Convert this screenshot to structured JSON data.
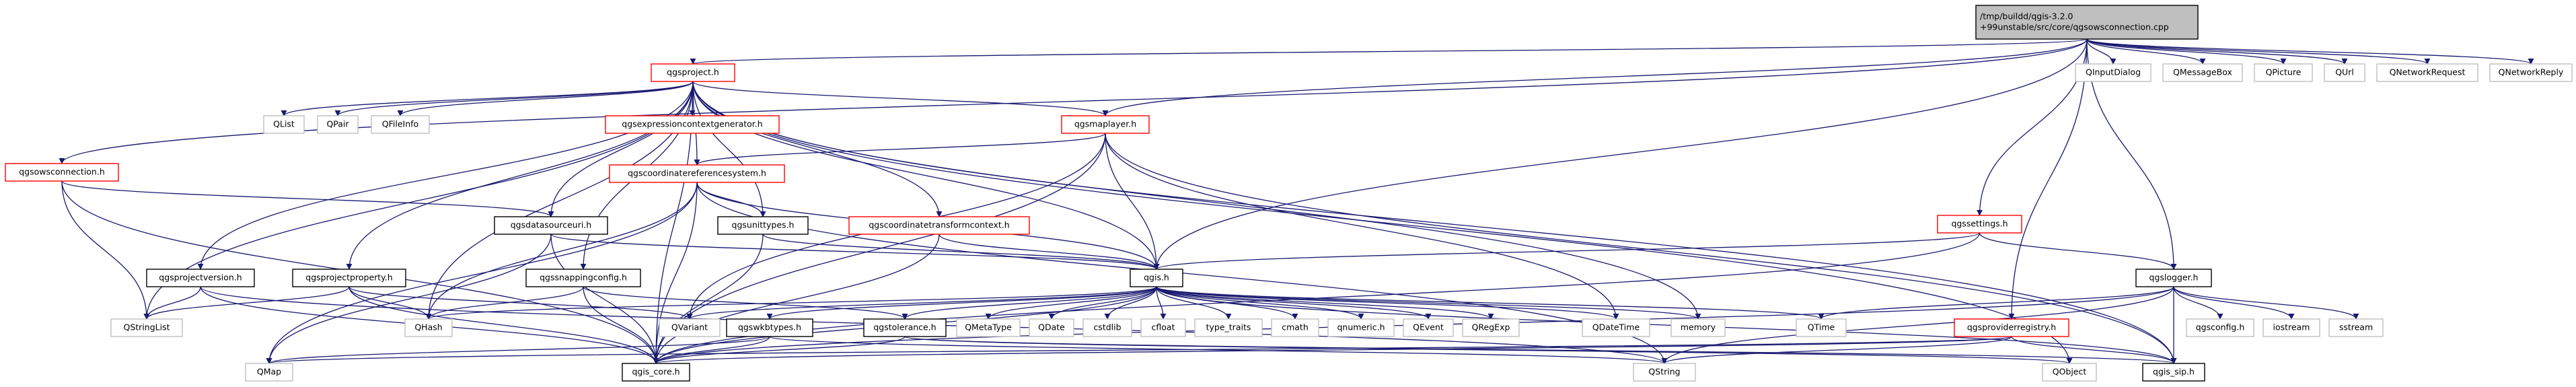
{
  "colors": {
    "edge": "#191970",
    "edge_muted": "#a9a9a9",
    "root_fill": "#bfbfbf",
    "root_border": "#000000",
    "linked_border": "#ff0000",
    "plain_border": "#000000",
    "system_border": "#bfbfbf",
    "system_text": "#000000"
  },
  "nodes": [
    {
      "id": "root",
      "label": "/tmp/buildd/qgis-3.2.0\n+99unstable/src/core/qgsowsconnection.cpp",
      "kind": "root",
      "icon": ""
    },
    {
      "id": "qgsowsconnection_h",
      "label": "qgsowsconnection.h",
      "kind": "linked"
    },
    {
      "id": "qgsproject_h",
      "label": "qgsproject.h",
      "kind": "linked"
    },
    {
      "id": "qgsmaplayer_h",
      "label": "qgsmaplayer.h",
      "kind": "linked"
    },
    {
      "id": "qgssettings_h",
      "label": "qgssettings.h",
      "kind": "linked"
    },
    {
      "id": "qgslogger_h",
      "label": "qgslogger.h",
      "kind": "plain"
    },
    {
      "id": "qgsexpressioncontextgenerator_h",
      "label": "qgsexpressioncontextgenerator.h",
      "kind": "linked"
    },
    {
      "id": "qgscoordinatereferencesystem_h",
      "label": "qgscoordinatereferencesystem.h",
      "kind": "linked"
    },
    {
      "id": "qgsdatasourceuri_h",
      "label": "qgsdatasourceuri.h",
      "kind": "plain"
    },
    {
      "id": "qgsunittypes_h",
      "label": "qgsunittypes.h",
      "kind": "plain"
    },
    {
      "id": "qgscoordinatetransformcontext_h",
      "label": "qgscoordinatetransformcontext.h",
      "kind": "linked"
    },
    {
      "id": "qgsprojectversion_h",
      "label": "qgsprojectversion.h",
      "kind": "plain"
    },
    {
      "id": "qgsprojectproperty_h",
      "label": "qgsprojectproperty.h",
      "kind": "plain"
    },
    {
      "id": "qgssnappingconfig_h",
      "label": "qgssnappingconfig.h",
      "kind": "plain"
    },
    {
      "id": "qgis_h",
      "label": "qgis.h",
      "kind": "plain"
    },
    {
      "id": "qgswkbtypes_h",
      "label": "qgswkbtypes.h",
      "kind": "plain"
    },
    {
      "id": "qgstolerance_h",
      "label": "qgstolerance.h",
      "kind": "plain"
    },
    {
      "id": "qgsproviderregistry_h",
      "label": "qgsproviderregistry.h",
      "kind": "linked"
    },
    {
      "id": "qgis_core_h",
      "label": "qgis_core.h",
      "kind": "plain"
    },
    {
      "id": "qgis_sip_h",
      "label": "qgis_sip.h",
      "kind": "plain"
    },
    {
      "id": "QString",
      "label": "QString",
      "kind": "system"
    },
    {
      "id": "QObject",
      "label": "QObject",
      "kind": "system"
    },
    {
      "id": "QMap",
      "label": "QMap",
      "kind": "system"
    },
    {
      "id": "QStringList",
      "label": "QStringList",
      "kind": "system"
    },
    {
      "id": "QHash",
      "label": "QHash",
      "kind": "system"
    },
    {
      "id": "QVariant",
      "label": "QVariant",
      "kind": "system"
    },
    {
      "id": "QList",
      "label": "QList",
      "kind": "system"
    },
    {
      "id": "QPair",
      "label": "QPair",
      "kind": "system"
    },
    {
      "id": "QFileInfo",
      "label": "QFileInfo",
      "kind": "system"
    },
    {
      "id": "QMetaType",
      "label": "QMetaType",
      "kind": "system"
    },
    {
      "id": "QDate",
      "label": "QDate",
      "kind": "system"
    },
    {
      "id": "cstdlib",
      "label": "cstdlib",
      "kind": "system"
    },
    {
      "id": "cfloat",
      "label": "cfloat",
      "kind": "system"
    },
    {
      "id": "type_traits",
      "label": "type_traits",
      "kind": "system"
    },
    {
      "id": "cmath",
      "label": "cmath",
      "kind": "system"
    },
    {
      "id": "qnumeric_h",
      "label": "qnumeric.h",
      "kind": "system"
    },
    {
      "id": "QEvent",
      "label": "QEvent",
      "kind": "system"
    },
    {
      "id": "QRegExp",
      "label": "QRegExp",
      "kind": "system"
    },
    {
      "id": "QDateTime",
      "label": "QDateTime",
      "kind": "system"
    },
    {
      "id": "memory",
      "label": "memory",
      "kind": "system"
    },
    {
      "id": "QTime",
      "label": "QTime",
      "kind": "system"
    },
    {
      "id": "qgsconfig_h",
      "label": "qgsconfig.h",
      "kind": "system"
    },
    {
      "id": "iostream",
      "label": "iostream",
      "kind": "system"
    },
    {
      "id": "sstream",
      "label": "sstream",
      "kind": "system"
    },
    {
      "id": "QInputDialog",
      "label": "QInputDialog",
      "kind": "system"
    },
    {
      "id": "QMessageBox",
      "label": "QMessageBox",
      "kind": "system"
    },
    {
      "id": "QPicture",
      "label": "QPicture",
      "kind": "system"
    },
    {
      "id": "QUrl",
      "label": "QUrl",
      "kind": "system"
    },
    {
      "id": "QNetworkRequest",
      "label": "QNetworkRequest",
      "kind": "system"
    },
    {
      "id": "QNetworkReply",
      "label": "QNetworkReply",
      "kind": "system"
    }
  ],
  "edges": [
    [
      "root",
      "qgsowsconnection_h"
    ],
    [
      "root",
      "qgsproject_h"
    ],
    [
      "root",
      "qgsmaplayer_h"
    ],
    [
      "root",
      "qgssettings_h"
    ],
    [
      "root",
      "qgslogger_h"
    ],
    [
      "root",
      "qgsproviderregistry_h"
    ],
    [
      "root",
      "qgis_h"
    ],
    [
      "root",
      "QInputDialog"
    ],
    [
      "root",
      "QMessageBox"
    ],
    [
      "root",
      "QPicture"
    ],
    [
      "root",
      "QUrl"
    ],
    [
      "root",
      "QNetworkRequest"
    ],
    [
      "root",
      "QNetworkReply"
    ],
    [
      "qgsowsconnection_h",
      "qgsdatasourceuri_h"
    ],
    [
      "qgsowsconnection_h",
      "QStringList"
    ],
    [
      "qgsowsconnection_h",
      "qgis_core_h"
    ],
    [
      "qgsproject_h",
      "QList"
    ],
    [
      "qgsproject_h",
      "QPair"
    ],
    [
      "qgsproject_h",
      "QFileInfo"
    ],
    [
      "qgsproject_h",
      "QStringList"
    ],
    [
      "qgsproject_h",
      "qgsexpressioncontextgenerator_h"
    ],
    [
      "qgsproject_h",
      "qgsmaplayer_h"
    ],
    [
      "qgsproject_h",
      "qgscoordinatereferencesystem_h"
    ],
    [
      "qgsproject_h",
      "qgsunittypes_h"
    ],
    [
      "qgsproject_h",
      "qgscoordinatetransformcontext_h"
    ],
    [
      "qgsproject_h",
      "qgsprojectversion_h"
    ],
    [
      "qgsproject_h",
      "qgsprojectproperty_h"
    ],
    [
      "qgsproject_h",
      "qgssnappingconfig_h"
    ],
    [
      "qgsproject_h",
      "qgis_h"
    ],
    [
      "qgsproject_h",
      "QHash"
    ],
    [
      "qgsproject_h",
      "memory"
    ],
    [
      "qgsproject_h",
      "QObject"
    ],
    [
      "qgsproject_h",
      "qgis_sip_h"
    ],
    [
      "qgsproject_h",
      "qgis_core_h"
    ],
    [
      "qgsproject_h",
      "qgsdatasourceuri_h"
    ],
    [
      "qgsmaplayer_h",
      "qgscoordinatereferencesystem_h"
    ],
    [
      "qgsmaplayer_h",
      "qgis_h"
    ],
    [
      "qgsmaplayer_h",
      "QDateTime"
    ],
    [
      "qgsmaplayer_h",
      "QVariant"
    ],
    [
      "qgsmaplayer_h",
      "qgis_core_h"
    ],
    [
      "qgsmaplayer_h",
      "qgis_sip_h"
    ],
    [
      "qgscoordinatereferencesystem_h",
      "qgsunittypes_h"
    ],
    [
      "qgscoordinatereferencesystem_h",
      "qgis_h"
    ],
    [
      "qgscoordinatereferencesystem_h",
      "QMap"
    ],
    [
      "qgscoordinatereferencesystem_h",
      "QHash"
    ],
    [
      "qgscoordinatereferencesystem_h",
      "QString"
    ],
    [
      "qgscoordinatereferencesystem_h",
      "qgis_core_h"
    ],
    [
      "qgsdatasourceuri_h",
      "qgis_h"
    ],
    [
      "qgsdatasourceuri_h",
      "QMap"
    ],
    [
      "qgsdatasourceuri_h",
      "qgis_core_h"
    ],
    [
      "qgsunittypes_h",
      "qgis_h"
    ],
    [
      "qgsunittypes_h",
      "qgis_core_h"
    ],
    [
      "qgscoordinatetransformcontext_h",
      "qgis_h"
    ],
    [
      "qgscoordinatetransformcontext_h",
      "qgis_core_h"
    ],
    [
      "qgsprojectversion_h",
      "QStringList"
    ],
    [
      "qgsprojectversion_h",
      "qgis_core_h"
    ],
    [
      "qgsprojectversion_h",
      "QString"
    ],
    [
      "qgsprojectproperty_h",
      "QHash"
    ],
    [
      "qgsprojectproperty_h",
      "QVariant"
    ],
    [
      "qgsprojectproperty_h",
      "QStringList"
    ],
    [
      "qgsprojectproperty_h",
      "qgis_core_h"
    ],
    [
      "qgssnappingconfig_h",
      "qgstolerance_h"
    ],
    [
      "qgssnappingconfig_h",
      "QHash"
    ],
    [
      "qgssnappingconfig_h",
      "qgis_core_h"
    ],
    [
      "qgssettings_h",
      "qgis_h"
    ],
    [
      "qgssettings_h",
      "qgslogger_h"
    ],
    [
      "qgssettings_h",
      "qgis_core_h"
    ],
    [
      "qgslogger_h",
      "QString"
    ],
    [
      "qgslogger_h",
      "QTime"
    ],
    [
      "qgslogger_h",
      "qgsconfig_h"
    ],
    [
      "qgslogger_h",
      "iostream"
    ],
    [
      "qgslogger_h",
      "sstream"
    ],
    [
      "qgslogger_h",
      "qgis_core_h"
    ],
    [
      "qgslogger_h",
      "qgis_sip_h"
    ],
    [
      "qgsproviderregistry_h",
      "QMap"
    ],
    [
      "qgsproviderregistry_h",
      "qgis_core_h"
    ],
    [
      "qgsproviderregistry_h",
      "qgis_sip_h"
    ],
    [
      "qgsproviderregistry_h",
      "QString"
    ],
    [
      "qgis_h",
      "QMetaType"
    ],
    [
      "qgis_h",
      "QVariant"
    ],
    [
      "qgis_h",
      "QDate"
    ],
    [
      "qgis_h",
      "QDateTime"
    ],
    [
      "qgis_h",
      "QTime"
    ],
    [
      "qgis_h",
      "QHash"
    ],
    [
      "qgis_h",
      "cstdlib"
    ],
    [
      "qgis_h",
      "cfloat"
    ],
    [
      "qgis_h",
      "memory"
    ],
    [
      "qgis_h",
      "type_traits"
    ],
    [
      "qgis_h",
      "cmath"
    ],
    [
      "qgis_h",
      "qnumeric_h"
    ],
    [
      "qgis_h",
      "qgswkbtypes_h"
    ],
    [
      "qgis_h",
      "qgis_core_h"
    ],
    [
      "qgis_h",
      "qgis_sip_h"
    ],
    [
      "qgis_h",
      "QEvent"
    ],
    [
      "qgis_h",
      "QRegExp"
    ],
    [
      "qgis_h",
      "qgstolerance_h"
    ],
    [
      "qgswkbtypes_h",
      "qgis_core_h"
    ],
    [
      "qgswkbtypes_h",
      "QMap"
    ],
    [
      "qgswkbtypes_h",
      "QString"
    ],
    [
      "qgstolerance_h",
      "qgis_core_h"
    ],
    [
      "qgstolerance_h",
      "qgis_sip_h"
    ],
    [
      "qgstolerance_h",
      "QObject"
    ]
  ]
}
